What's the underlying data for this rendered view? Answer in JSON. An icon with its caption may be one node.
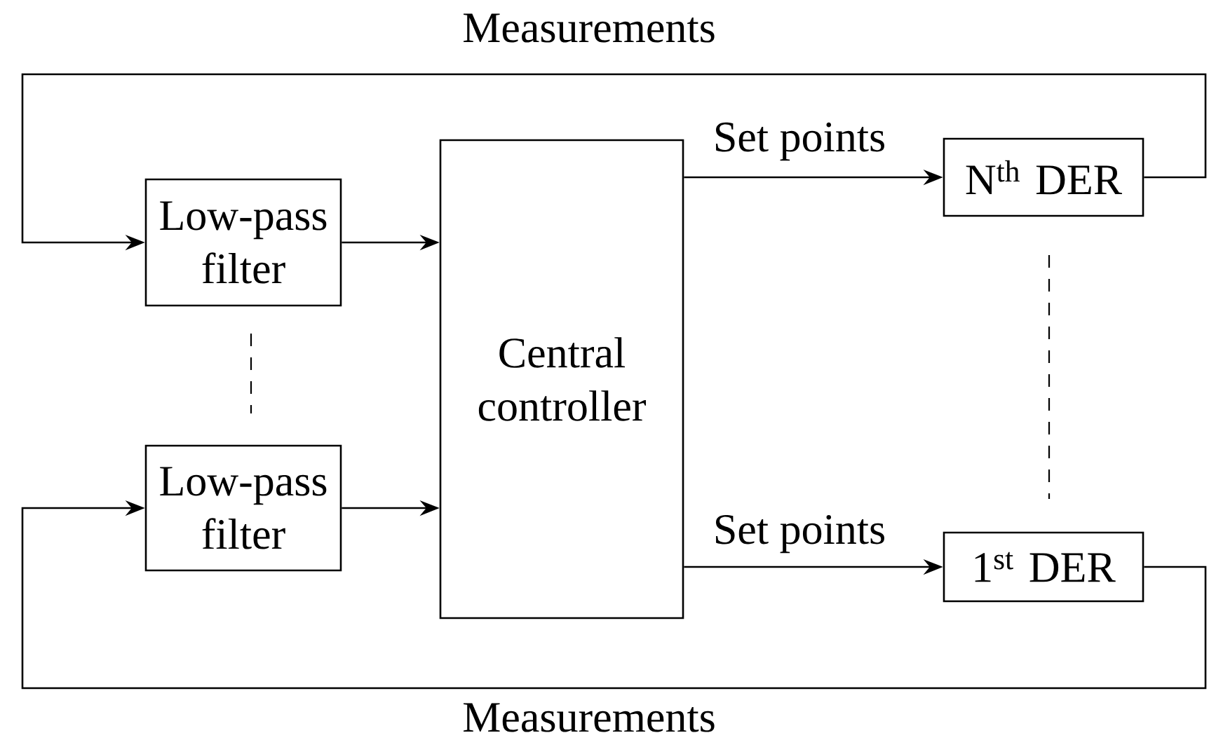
{
  "diagram": {
    "nodes": [
      {
        "text": [
          "Low-pass filter"
        ]
      },
      {
        "text": [
          "Low-pass filter"
        ]
      },
      {
        "text": [
          "Central controller"
        ]
      },
      {
        "text": [
          "N$^{th}$ DER"
        ]
      },
      {
        "text": [
          "1$^{st}$ DER"
        ]
      }
    ],
    "edges": [
      {
        "from": 0,
        "to": 2,
        "arrow": "to"
      },
      {
        "from": 1,
        "to": 2,
        "arrow": "to"
      },
      {
        "from": 2,
        "to": 3,
        "arrow": "to",
        "label": "Set points"
      },
      {
        "from": 2,
        "to": 4,
        "arrow": "to",
        "label": "Set points"
      },
      {
        "from": 3,
        "to": 0,
        "arrow": "to",
        "label": "Measurements"
      },
      {
        "from": 4,
        "to": 1,
        "arrow": "to",
        "label": "Measurements"
      }
    ]
  }
}
